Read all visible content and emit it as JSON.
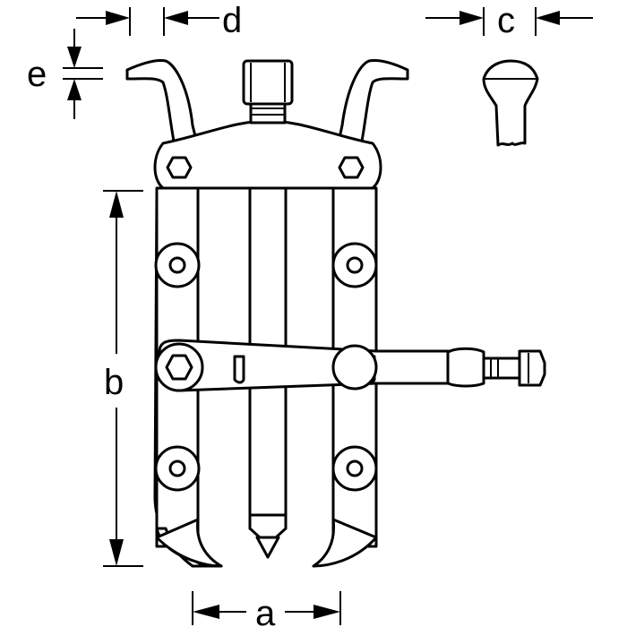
{
  "dimensions": {
    "a": "a",
    "b": "b",
    "c": "c",
    "d": "d",
    "e": "e"
  }
}
